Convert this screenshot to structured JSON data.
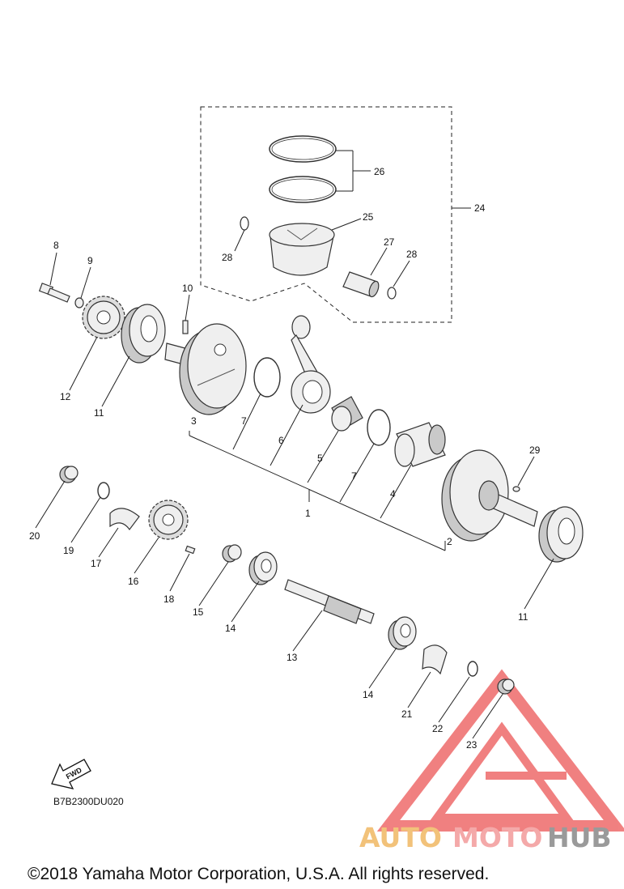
{
  "diagram_code": "B7B2300DU020",
  "fwd_label": "FWD",
  "copyright": "©2018 Yamaha Motor Corporation, U.S.A. All rights reserved.",
  "watermark": {
    "part1": "AUTO",
    "part2": "MOTO",
    "part3": "HUB",
    "color1": "#f2c27a",
    "color2": "#f4a9a9",
    "color3": "#9a9a9a",
    "logo_color": "#ee6b6b"
  },
  "callouts": {
    "c1": "1",
    "c2": "2",
    "c3": "3",
    "c4": "4",
    "c5": "5",
    "c6": "6",
    "c7a": "7",
    "c7b": "7",
    "c8": "8",
    "c9": "9",
    "c10": "10",
    "c11a": "11",
    "c11b": "11",
    "c12": "12",
    "c13": "13",
    "c14a": "14",
    "c14b": "14",
    "c15": "15",
    "c16": "16",
    "c17": "17",
    "c18": "18",
    "c19": "19",
    "c20": "20",
    "c21": "21",
    "c22": "22",
    "c23": "23",
    "c24": "24",
    "c25": "25",
    "c26": "26",
    "c27": "27",
    "c28a": "28",
    "c28b": "28",
    "c29": "29"
  }
}
